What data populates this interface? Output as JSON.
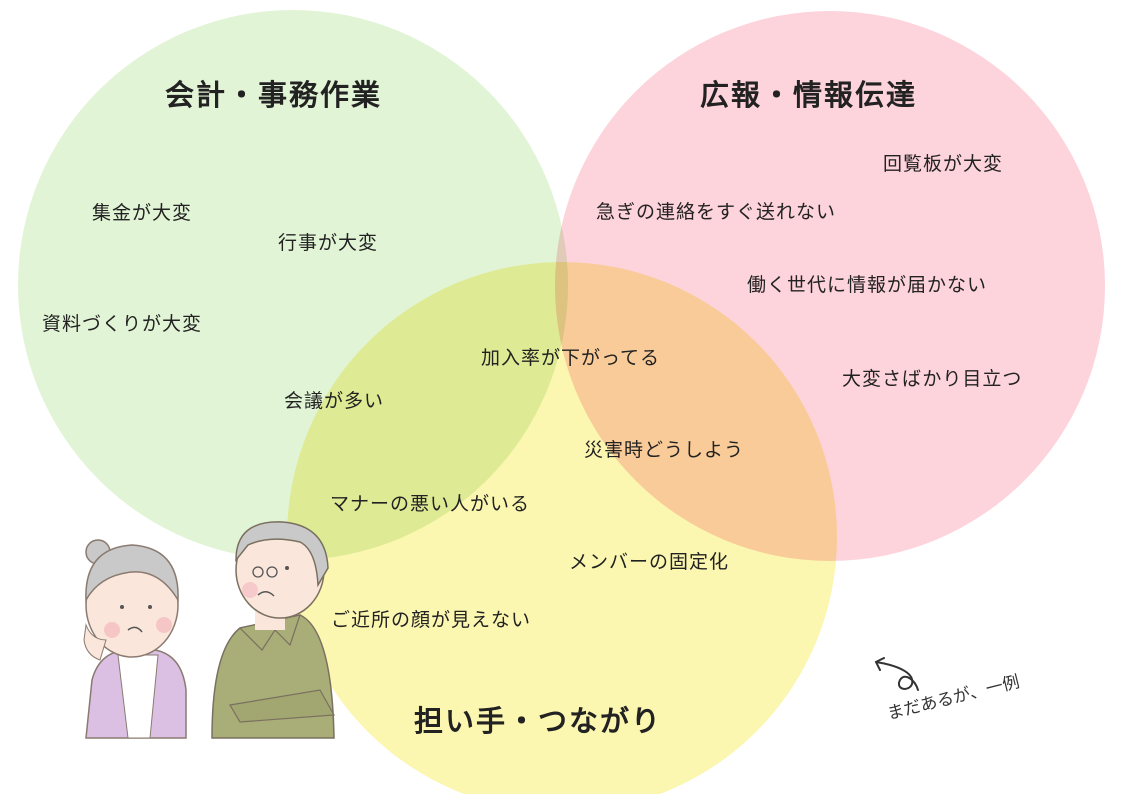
{
  "circles": [
    {
      "title": "会計・事務作業",
      "color": "#e2f4d6",
      "items": [
        "集金が大変",
        "行事が大変",
        "資料づくりが大変",
        "会議が多い"
      ]
    },
    {
      "title": "広報・情報伝達",
      "color": "#fdd3dc",
      "items": [
        "回覧板が大変",
        "急ぎの連絡をすぐ送れない",
        "働く世代に情報が届かない",
        "大変さばかり目立つ"
      ]
    },
    {
      "title": "担い手・つながり",
      "color": "#fbf6b0",
      "items": [
        "加入率が下がってる",
        "災害時どうしよう",
        "マナーの悪い人がいる",
        "メンバーの固定化",
        "ご近所の顔が見えない"
      ]
    }
  ],
  "note": "まだあるが、一例"
}
